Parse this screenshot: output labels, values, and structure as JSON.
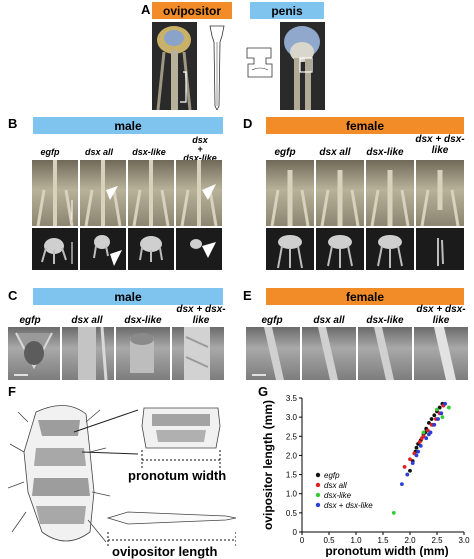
{
  "panels": {
    "A": {
      "letter": "A",
      "banner_left": "ovipositor",
      "banner_right": "penis",
      "color_left": "#f28c28",
      "color_right": "#7ec4ee"
    },
    "B": {
      "letter": "B",
      "banner": "male",
      "color": "#7ec4ee",
      "labels": [
        "egfp",
        "dsx all",
        "dsx-like",
        "dsx + dsx-like"
      ]
    },
    "D": {
      "letter": "D",
      "banner": "female",
      "color": "#f28c28",
      "labels": [
        "egfp",
        "dsx all",
        "dsx-like",
        "dsx + dsx-like"
      ]
    },
    "C": {
      "letter": "C",
      "banner": "male",
      "color": "#7ec4ee",
      "labels": [
        "egfp",
        "dsx all",
        "dsx-like",
        "dsx + dsx-like"
      ]
    },
    "E": {
      "letter": "E",
      "banner": "female",
      "color": "#f28c28",
      "labels": [
        "egfp",
        "dsx all",
        "dsx-like",
        "dsx + dsx-like"
      ]
    },
    "F": {
      "letter": "F",
      "pronotum_label": "pronotum width",
      "ovipositor_label": "ovipositor length"
    },
    "G": {
      "letter": "G"
    }
  },
  "chart_data": {
    "type": "scatter",
    "xlabel": "pronotum width (mm)",
    "ylabel": "ovipositor length (mm)",
    "xlim": [
      0,
      3.0
    ],
    "ylim": [
      0,
      3.5
    ],
    "xticks": [
      "0",
      "0.5",
      "1.0",
      "1.5",
      "2.0",
      "2.5",
      "3.0"
    ],
    "yticks": [
      "0",
      "0.5",
      "1.0",
      "1.5",
      "2.0",
      "2.5",
      "3.0",
      "3.5"
    ],
    "legend_position": "bottom-left",
    "series": [
      {
        "name": "egfp",
        "color": "#111111",
        "x": [
          2.0,
          2.05,
          2.1,
          2.15,
          2.2,
          2.25,
          2.3,
          2.35,
          2.4,
          2.45,
          2.5,
          2.55,
          2.6,
          2.12,
          2.28,
          2.42
        ],
        "y": [
          1.6,
          1.85,
          2.1,
          2.3,
          2.4,
          2.55,
          2.7,
          2.85,
          2.95,
          3.05,
          3.15,
          3.25,
          3.35,
          2.2,
          2.6,
          2.8
        ]
      },
      {
        "name": "dsx all",
        "color": "#e02020",
        "x": [
          1.9,
          2.0,
          2.08,
          2.18,
          2.25,
          2.33,
          2.4,
          2.48,
          2.55,
          2.62,
          2.22
        ],
        "y": [
          1.7,
          1.9,
          2.05,
          2.35,
          2.5,
          2.65,
          2.8,
          2.95,
          3.1,
          3.3,
          2.45
        ]
      },
      {
        "name": "dsx-like",
        "color": "#33cc33",
        "x": [
          1.7,
          2.25,
          2.5,
          2.6,
          2.72
        ],
        "y": [
          0.5,
          2.6,
          3.2,
          3.0,
          3.25
        ]
      },
      {
        "name": "dsx + dsx-like",
        "color": "#2b3fd6",
        "x": [
          1.85,
          1.95,
          2.05,
          2.12,
          2.2,
          2.3,
          2.38,
          2.45,
          2.52,
          2.58,
          2.65,
          2.15,
          2.35
        ],
        "y": [
          1.25,
          1.5,
          1.8,
          2.0,
          2.25,
          2.45,
          2.6,
          2.8,
          2.95,
          3.1,
          3.35,
          2.1,
          2.55
        ]
      }
    ]
  }
}
